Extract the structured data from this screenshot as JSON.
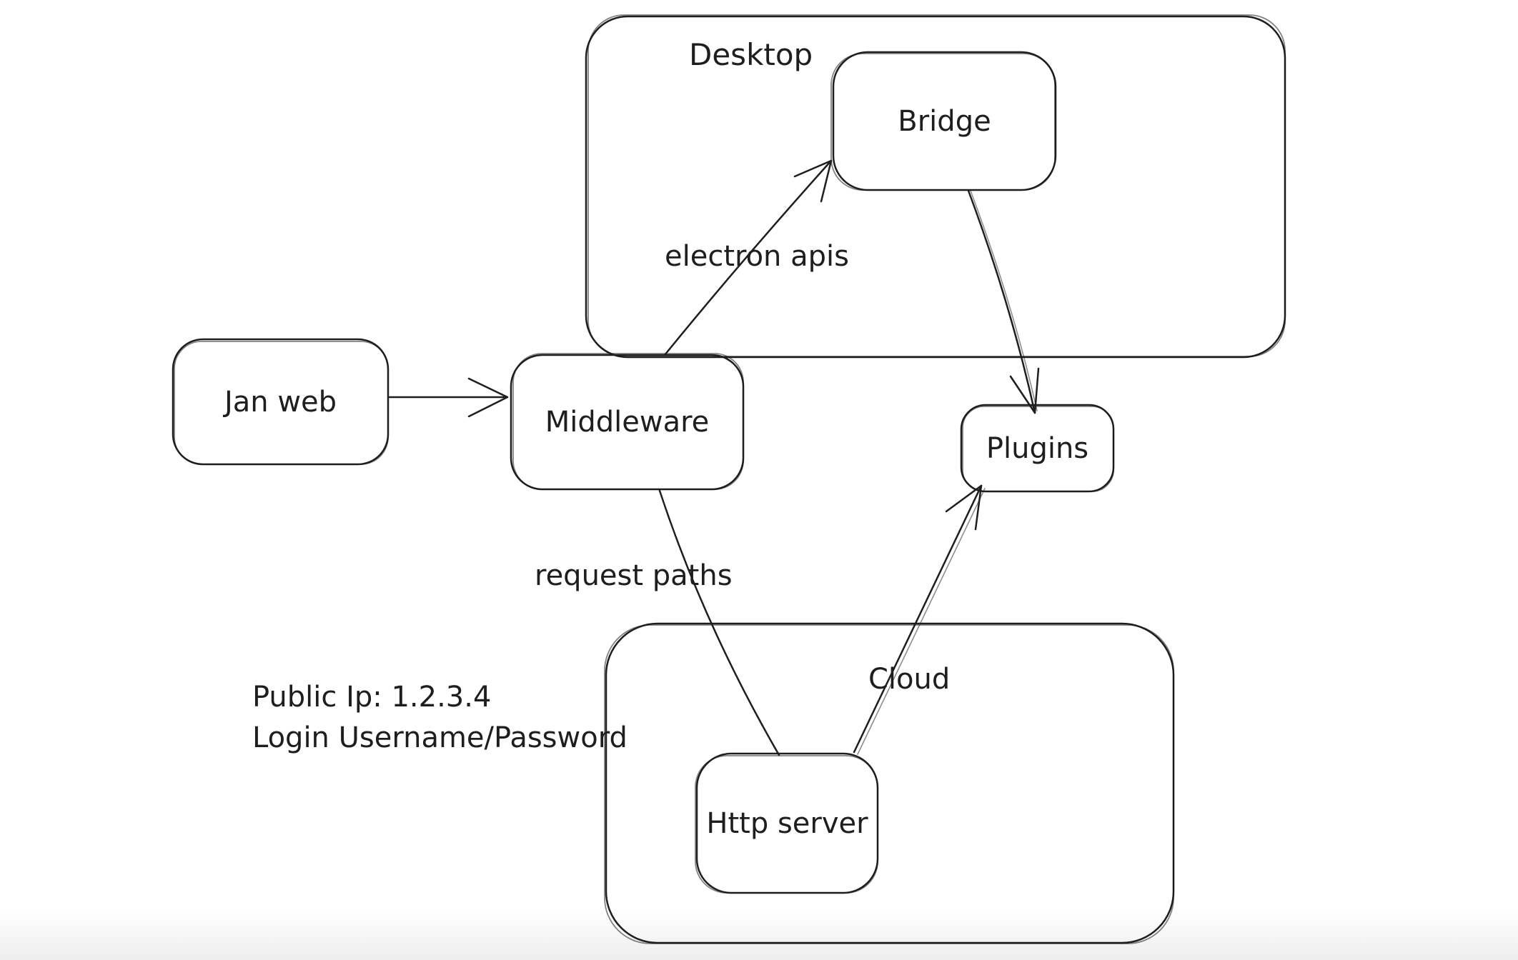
{
  "canvas": {
    "background_color": "#ffffff",
    "stroke_color": "#1e1e1e",
    "bottom_fade_color": "#ececec"
  },
  "diagram": {
    "containers": [
      {
        "id": "desktop",
        "label": "Desktop"
      },
      {
        "id": "cloud",
        "label": "Cloud"
      }
    ],
    "nodes": [
      {
        "id": "jan-web",
        "label": "Jan web"
      },
      {
        "id": "middleware",
        "label": "Middleware"
      },
      {
        "id": "bridge",
        "label": "Bridge"
      },
      {
        "id": "plugins",
        "label": "Plugins"
      },
      {
        "id": "http-server",
        "label": "Http server"
      }
    ],
    "edges": [
      {
        "id": "janweb-to-middleware",
        "label": ""
      },
      {
        "id": "middleware-to-bridge",
        "label": "electron apis"
      },
      {
        "id": "bridge-to-plugins",
        "label": ""
      },
      {
        "id": "middleware-to-httpserver",
        "label": "request paths"
      },
      {
        "id": "httpserver-to-plugins",
        "label": ""
      }
    ],
    "notes": [
      {
        "id": "server-info-line1",
        "text": "Public Ip: 1.2.3.4"
      },
      {
        "id": "server-info-line2",
        "text": "Login Username/Password"
      }
    ]
  }
}
